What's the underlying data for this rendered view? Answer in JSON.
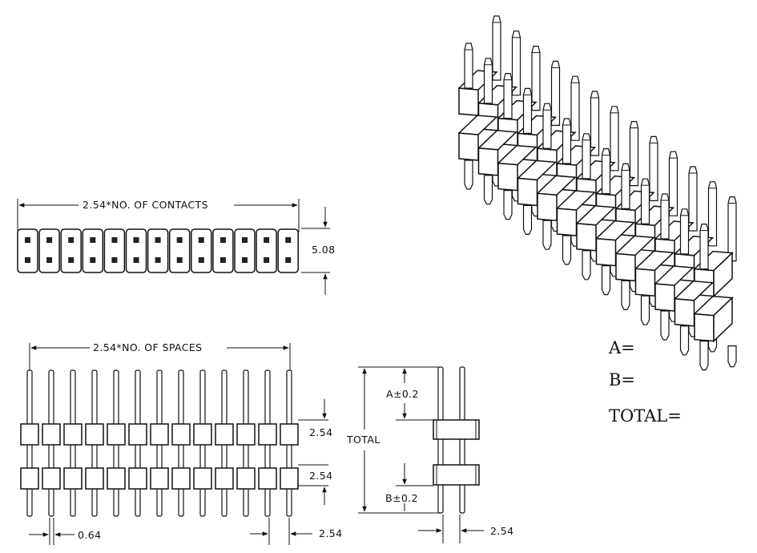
{
  "top_view": {
    "width_label": "2.54*NO. OF CONTACTS",
    "height_label": "5.08",
    "contact_columns": 13
  },
  "front_view": {
    "width_label": "2.54*NO. OF SPACES",
    "row_pitch_label_1": "2.54",
    "row_pitch_label_2": "2.54",
    "pin_width_label": "0.64",
    "pin_pitch_label": "2.54",
    "pin_count": 13
  },
  "side_view": {
    "total_label": "TOTAL",
    "a_label": "A±0.2",
    "b_label": "B±0.2",
    "pitch_label": "2.54"
  },
  "spec_fields": {
    "a": "A=",
    "b": "B=",
    "total": "TOTAL="
  },
  "isometric_view": {
    "pin_count": 13
  }
}
